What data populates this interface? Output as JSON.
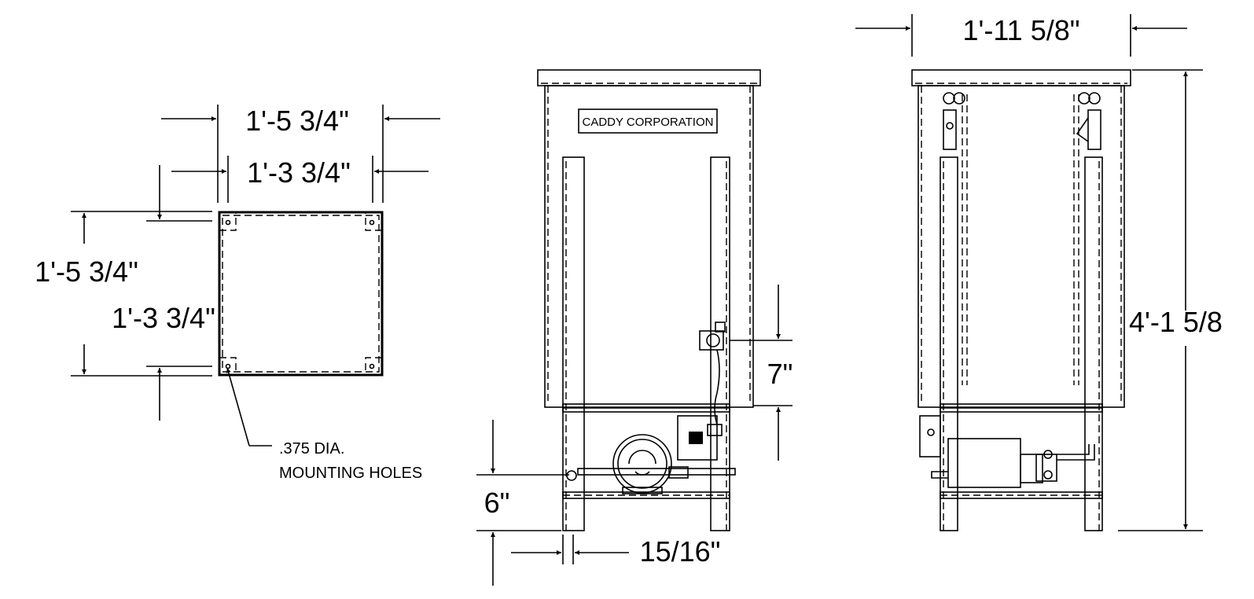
{
  "drawing": {
    "top_view": {
      "outer_width": "1'-5 3/4\"",
      "inner_width": "1'-3 3/4\"",
      "outer_depth": "1'-5 3/4\"",
      "inner_depth": "1'-3 3/4\"",
      "hole_note_line1": ".375 DIA.",
      "hole_note_line2": "MOUNTING HOLES"
    },
    "front_view": {
      "nameplate": "CADDY CORPORATION",
      "valve_height": "7\"",
      "pump_height": "6\"",
      "leg_offset": "15/16\""
    },
    "side_view": {
      "overall_width": "1'-11 5/8\"",
      "overall_height": "4'-1 5/8"
    }
  }
}
